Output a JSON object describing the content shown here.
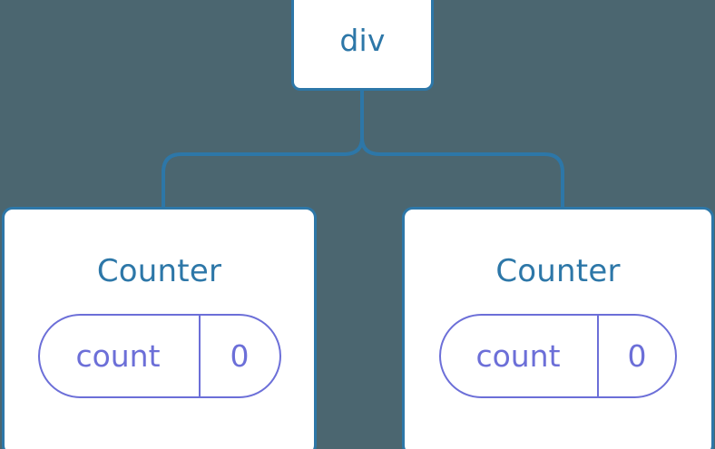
{
  "diagram": {
    "type": "component-tree",
    "background_color": "#4b6670",
    "node_border_color": "#2d77a8",
    "node_text_color": "#2d77a8",
    "pill_color": "#6c6fd8",
    "connector_color": "#2d77a8"
  },
  "root": {
    "label": "div"
  },
  "children": [
    {
      "title": "Counter",
      "state": {
        "key": "count",
        "value": "0"
      }
    },
    {
      "title": "Counter",
      "state": {
        "key": "count",
        "value": "0"
      }
    }
  ]
}
